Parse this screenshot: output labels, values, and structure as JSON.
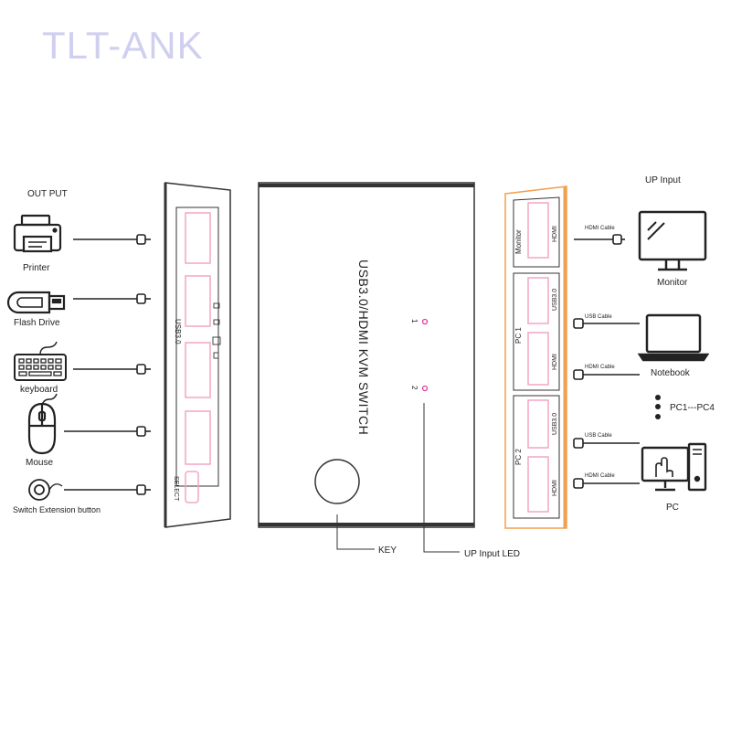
{
  "watermark": "TLT-ANK",
  "left": {
    "heading": "OUT PUT",
    "devices": [
      {
        "label": "Printer",
        "icon": "printer-icon"
      },
      {
        "label": "Flash Drive",
        "icon": "flash-drive-icon"
      },
      {
        "label": "keyboard",
        "icon": "keyboard-icon"
      },
      {
        "label": "Mouse",
        "icon": "mouse-icon"
      },
      {
        "label": "Switch Extension button",
        "icon": "extension-button-icon"
      }
    ]
  },
  "left_panel": {
    "port_label": "USB3.0",
    "select_label": "SELECT"
  },
  "main_unit": {
    "title": "USB3.0/HDMI KVM SWITCH",
    "led1": "1",
    "led2": "2",
    "key_callout": "KEY",
    "led_callout": "UP Input  LED"
  },
  "right_panel": {
    "monitor_label": "Monitor",
    "hdmi_label": "HDMI",
    "usb_label": "USB3.0",
    "pc1_label": "PC 1",
    "pc2_label": "PC 2"
  },
  "right": {
    "heading": "UP Input",
    "cables": {
      "hdmi": "HDMI Cable",
      "usb": "USB Cable"
    },
    "devices": [
      {
        "label": "Monitor",
        "icon": "monitor-icon"
      },
      {
        "label": "Notebook",
        "icon": "notebook-icon"
      },
      {
        "label": "PC",
        "icon": "pc-icon"
      }
    ],
    "range_label": "PC1---PC4"
  },
  "colors": {
    "accent_orange": "#f0a050",
    "led_pink": "#e03ca0",
    "port_pink": "#f2a6c6",
    "line": "#222222"
  }
}
